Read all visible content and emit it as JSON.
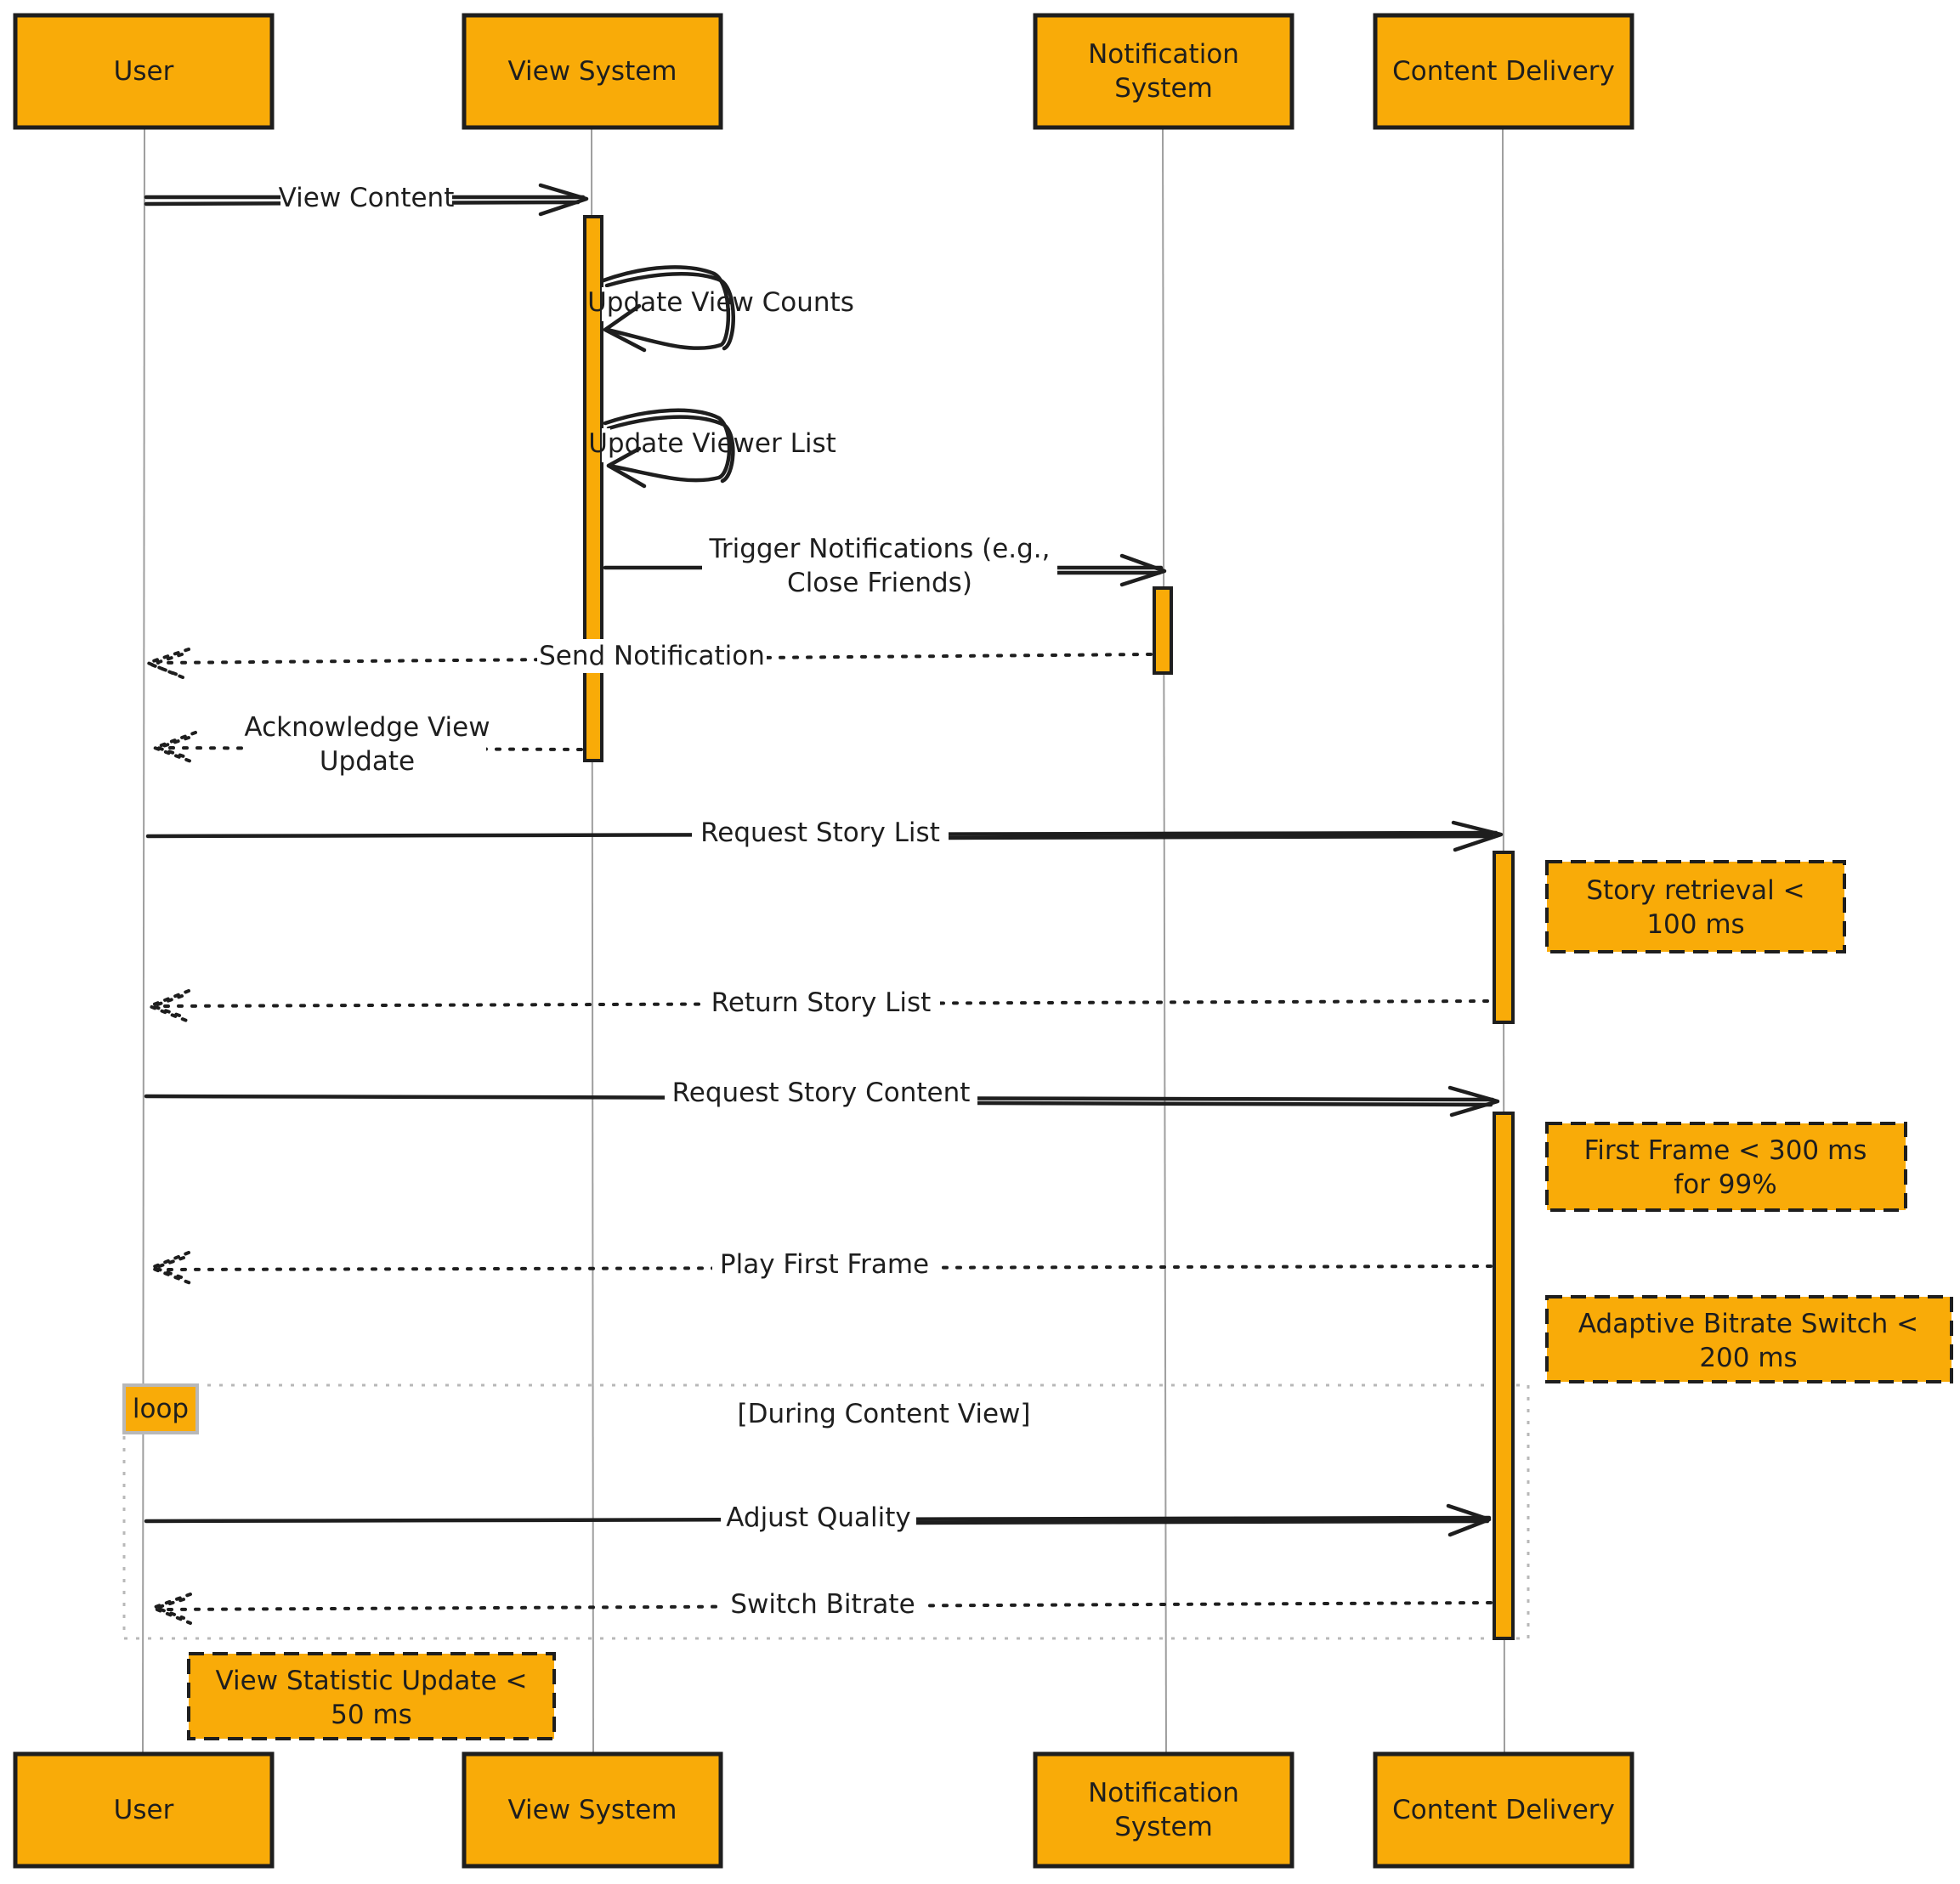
{
  "actors": [
    {
      "id": "user",
      "label": "User"
    },
    {
      "id": "view",
      "label": "View System"
    },
    {
      "id": "notif",
      "label": "Notification System",
      "lines": [
        "Notification",
        "System"
      ]
    },
    {
      "id": "content",
      "label": "Content Delivery"
    }
  ],
  "messages": [
    {
      "from": "user",
      "to": "view",
      "style": "solid",
      "lines": [
        "View Content"
      ]
    },
    {
      "from": "view",
      "to": "view",
      "style": "self",
      "lines": [
        "Update View Counts"
      ]
    },
    {
      "from": "view",
      "to": "view",
      "style": "self",
      "lines": [
        "Update Viewer List"
      ]
    },
    {
      "from": "view",
      "to": "notif",
      "style": "solid",
      "lines": [
        "Trigger Notifications (e.g.,",
        "Close Friends)"
      ]
    },
    {
      "from": "notif",
      "to": "user",
      "style": "dotted",
      "lines": [
        "Send Notification"
      ]
    },
    {
      "from": "view",
      "to": "user",
      "style": "dotted",
      "lines": [
        "Acknowledge View",
        "Update"
      ]
    },
    {
      "from": "user",
      "to": "content",
      "style": "solid",
      "lines": [
        "Request Story List"
      ]
    },
    {
      "from": "content",
      "to": "user",
      "style": "dotted",
      "lines": [
        "Return Story List"
      ]
    },
    {
      "from": "user",
      "to": "content",
      "style": "solid",
      "lines": [
        "Request Story Content"
      ]
    },
    {
      "from": "content",
      "to": "user",
      "style": "dotted",
      "lines": [
        "Play First Frame"
      ]
    },
    {
      "from": "user",
      "to": "content",
      "style": "solid",
      "lines": [
        "Adjust Quality"
      ]
    },
    {
      "from": "content",
      "to": "user",
      "style": "dotted",
      "lines": [
        "Switch Bitrate"
      ]
    }
  ],
  "notes": [
    {
      "lines": [
        "Story retrieval <",
        "100 ms"
      ]
    },
    {
      "lines": [
        "First Frame < 300 ms",
        "for 99%"
      ]
    },
    {
      "lines": [
        "Adaptive Bitrate Switch <",
        "200 ms"
      ]
    },
    {
      "lines": [
        "View Statistic Update <",
        "50 ms"
      ]
    }
  ],
  "loop": {
    "tag": "loop",
    "condition": "[During Content View]"
  },
  "colors": {
    "actor_fill": "#f9ab08",
    "stroke": "#1e1e1e",
    "lifeline": "#9e9e9e",
    "loop_frame": "#b8b8b8"
  }
}
